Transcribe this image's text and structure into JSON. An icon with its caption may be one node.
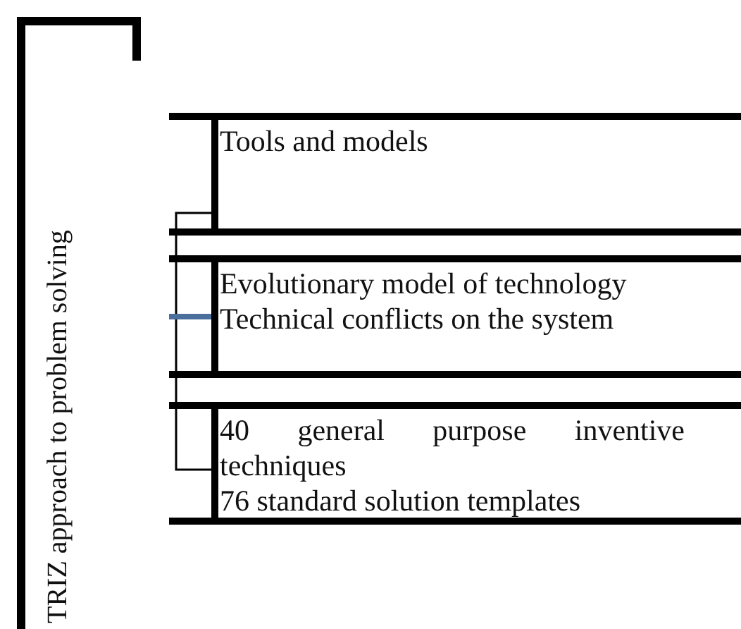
{
  "diagram": {
    "nodes": [
      {
        "text": [
          "TRIZ approach to problem solving"
        ]
      },
      {
        "text": [
          "Tools and models"
        ]
      },
      {
        "text": [
          "Evolutionary model of technology",
          "Technical conflicts on the system"
        ]
      },
      {
        "text": [
          "40 general purpose inventive techniques",
          "76 standard solution templates"
        ]
      },
      {
        "text": [],
        "shape": "bracket"
      }
    ],
    "edges": [
      {
        "from": 4,
        "to": 2,
        "arrow": "none",
        "color": "#4a6f9c"
      }
    ]
  }
}
